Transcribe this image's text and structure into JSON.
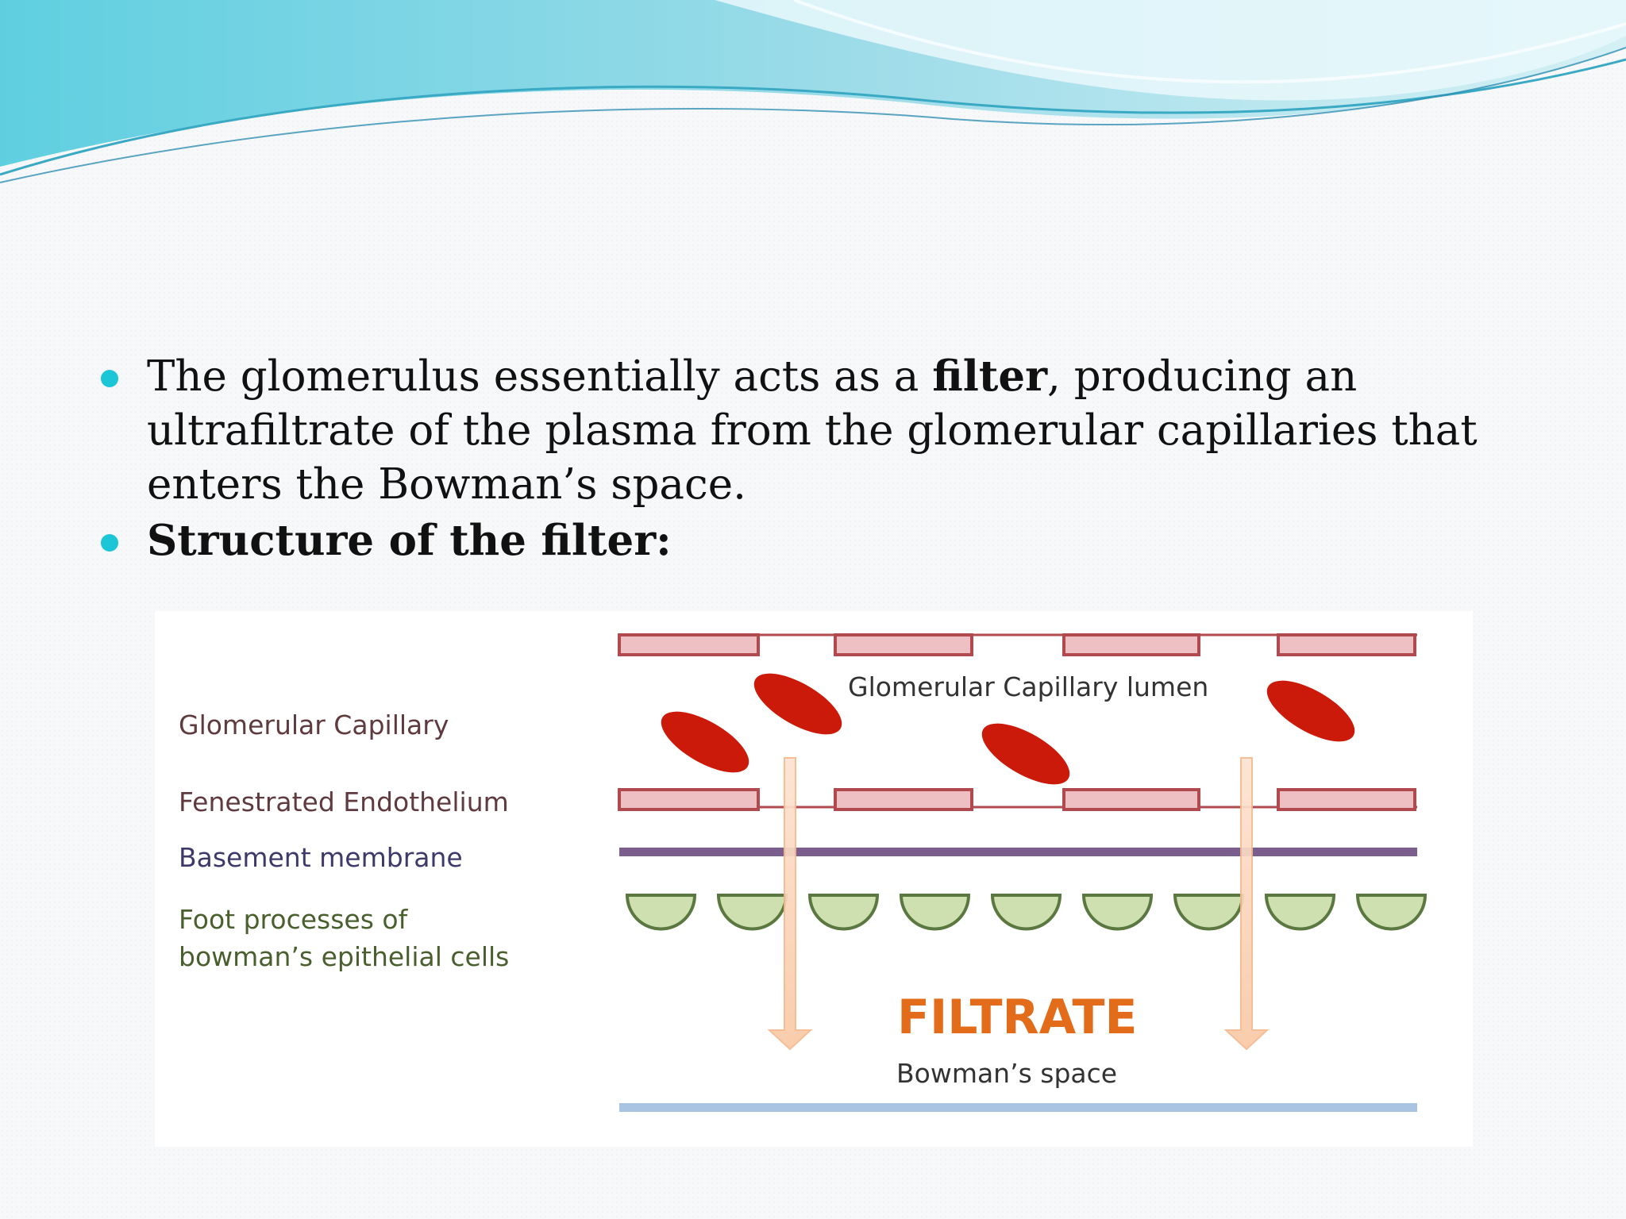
{
  "bullets": [
    {
      "text_before": "The glomerulus essentially acts as a ",
      "bold": "filter",
      "text_after": ", producing an ultrafiltrate of the plasma from the glomerular capillaries that enters the Bowman’s space."
    },
    {
      "bold": "Structure of the filter:"
    }
  ],
  "diagram": {
    "left_labels": {
      "capillary": "Glomerular Capillary",
      "endothelium": "Fenestrated Endothelium",
      "basement": "Basement membrane",
      "foot_line1": "Foot processes of",
      "foot_line2": "bowman’s epithelial cells"
    },
    "lumen_label": "Glomerular Capillary lumen",
    "filtrate_label": "FILTRATE",
    "bowman_label": "Bowman’s space",
    "colors": {
      "endothelium_fill": "#eebfc3",
      "endothelium_stroke": "#b04a4f",
      "rbc": "#cc1a0a",
      "basement": "#7a5e8e",
      "foot_fill": "#cfe0b0",
      "foot_stroke": "#5a7840",
      "arrow": "#fbd3b8",
      "filtrate_text": "#e36c1a",
      "bowman_line": "#a9c3e2",
      "label_text": "#5f3a3e"
    }
  }
}
